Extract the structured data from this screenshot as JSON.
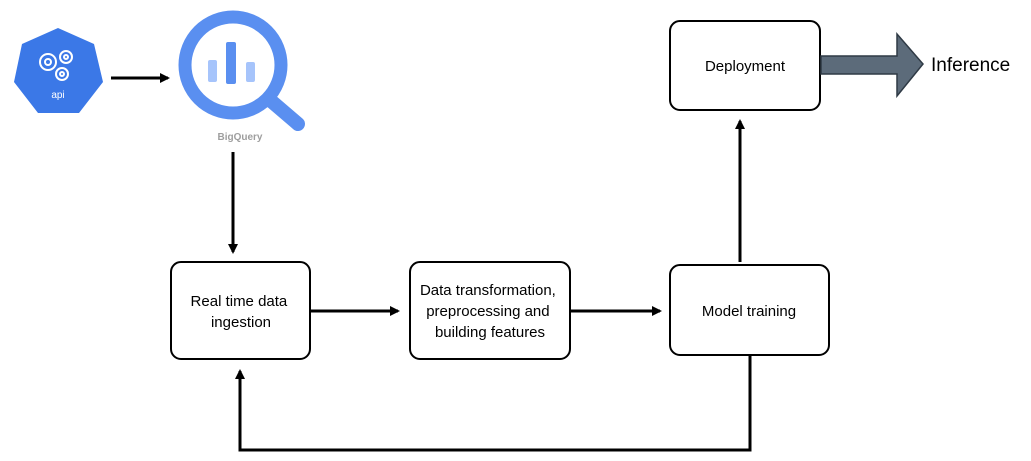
{
  "icons": {
    "api": {
      "label": "api",
      "icon": "api-gear-hexagon-icon",
      "color": "#3b78e7"
    },
    "bigquery": {
      "label": "BigQuery",
      "icon": "bigquery-magnifier-icon",
      "ring_color": "#5a8ff0",
      "bar_color": "#a6c4fb",
      "label_color": "#9e9e9e"
    }
  },
  "nodes": {
    "ingestion": {
      "lines": [
        "Real time data",
        "ingestion"
      ]
    },
    "transformation": {
      "lines": [
        "Data transformation,",
        "preprocessing and",
        "building features"
      ]
    },
    "training": {
      "lines": [
        "Model training"
      ]
    },
    "deployment": {
      "lines": [
        "Deployment"
      ]
    }
  },
  "output": {
    "label": "Inference",
    "arrow_color": "#5c6b7a"
  },
  "edges": [
    {
      "from": "api",
      "to": "bigquery"
    },
    {
      "from": "bigquery",
      "to": "ingestion"
    },
    {
      "from": "ingestion",
      "to": "transformation"
    },
    {
      "from": "transformation",
      "to": "training"
    },
    {
      "from": "training",
      "to": "deployment"
    },
    {
      "from": "training",
      "to": "ingestion"
    },
    {
      "from": "deployment",
      "to": "inference"
    }
  ]
}
